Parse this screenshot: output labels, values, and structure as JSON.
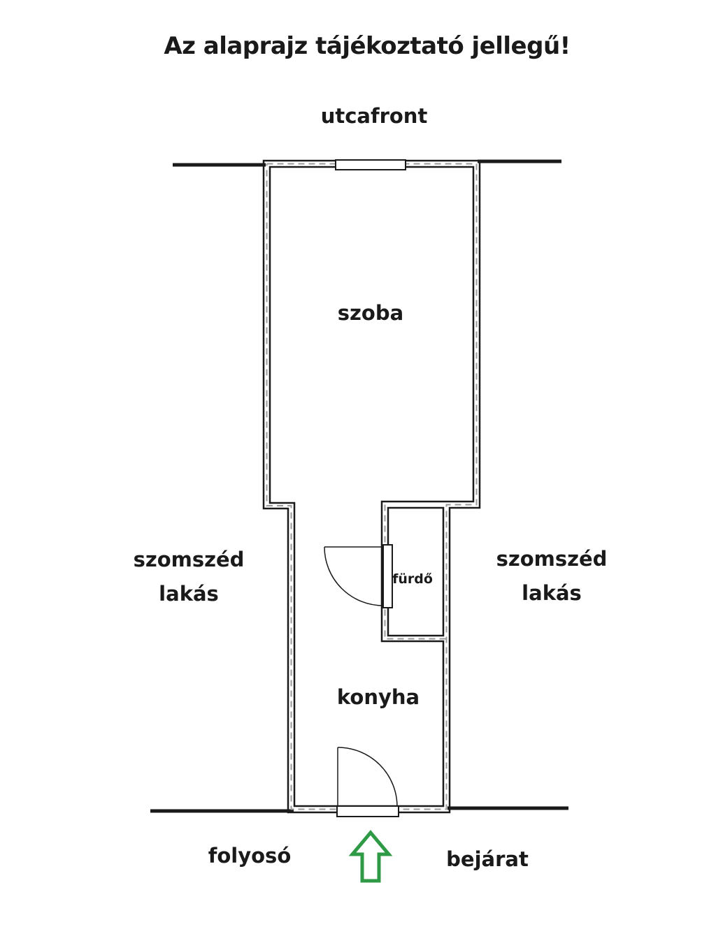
{
  "title": "Az alaprajz tájékoztató jellegű!",
  "labels": {
    "street_front": "utcafront",
    "room": "szoba",
    "bathroom": "fürdő",
    "kitchen": "konyha",
    "neighbor_left_line1": "szomszéd",
    "neighbor_left_line2": "lakás",
    "neighbor_right_line1": "szomszéd",
    "neighbor_right_line2": "lakás",
    "corridor": "folyosó",
    "entrance": "bejárat"
  },
  "icons": {
    "entrance_arrow": "arrow-up-outline-icon"
  },
  "colors": {
    "wall": "#1a1a1a",
    "arrow": "#2f9a45"
  }
}
